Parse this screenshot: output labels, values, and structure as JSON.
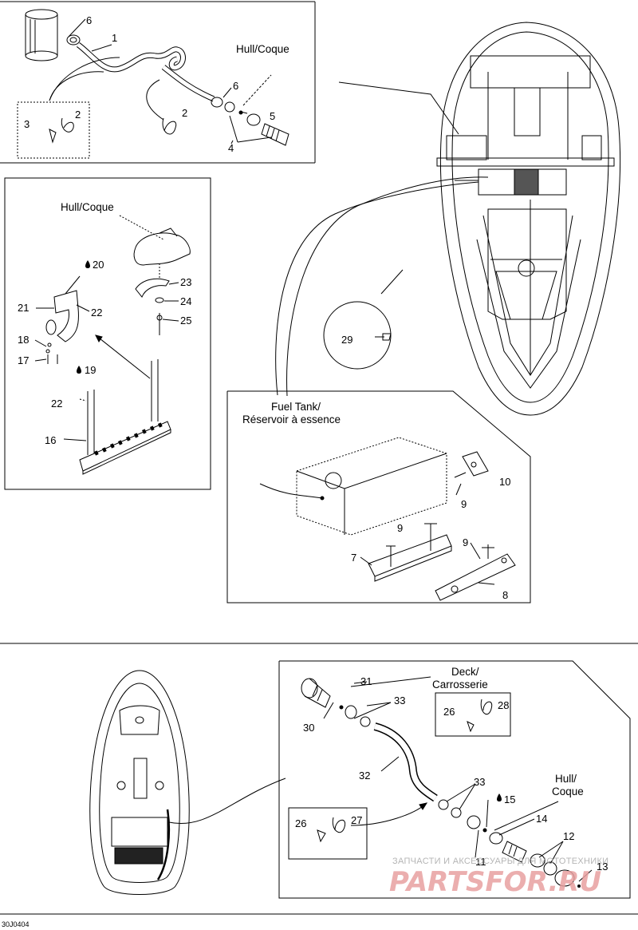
{
  "diagram_code": "30J0404",
  "watermark": {
    "line1": "ЗАПЧАСТИ И АКСЕССУАРЫ ДЛЯ МОТОТЕХНИКИ",
    "line2": "PARTSFOR.RU"
  },
  "panel_top_left": {
    "title": "Hull/Coque",
    "labels": [
      "1",
      "2",
      "2",
      "3",
      "4",
      "5",
      "6",
      "6"
    ]
  },
  "panel_mid_left": {
    "title": "Hull/Coque",
    "labels": [
      "16",
      "17",
      "18",
      "19",
      "20",
      "21",
      "22",
      "22",
      "23",
      "24",
      "25"
    ]
  },
  "panel_hull_top": {
    "labels": [
      "29"
    ]
  },
  "panel_fuel_tank": {
    "title_line1": "Fuel Tank/",
    "title_line2": "Réservoir à essence",
    "labels": [
      "7",
      "8",
      "9",
      "9",
      "9",
      "10"
    ]
  },
  "panel_bottom": {
    "deck_line1": "Deck/",
    "deck_line2": "Carrosserie",
    "hull_line1": "Hull/",
    "hull_line2": "Coque",
    "labels": [
      "11",
      "12",
      "13",
      "14",
      "15",
      "26",
      "26",
      "27",
      "28",
      "30",
      "31",
      "32",
      "33",
      "33"
    ]
  }
}
